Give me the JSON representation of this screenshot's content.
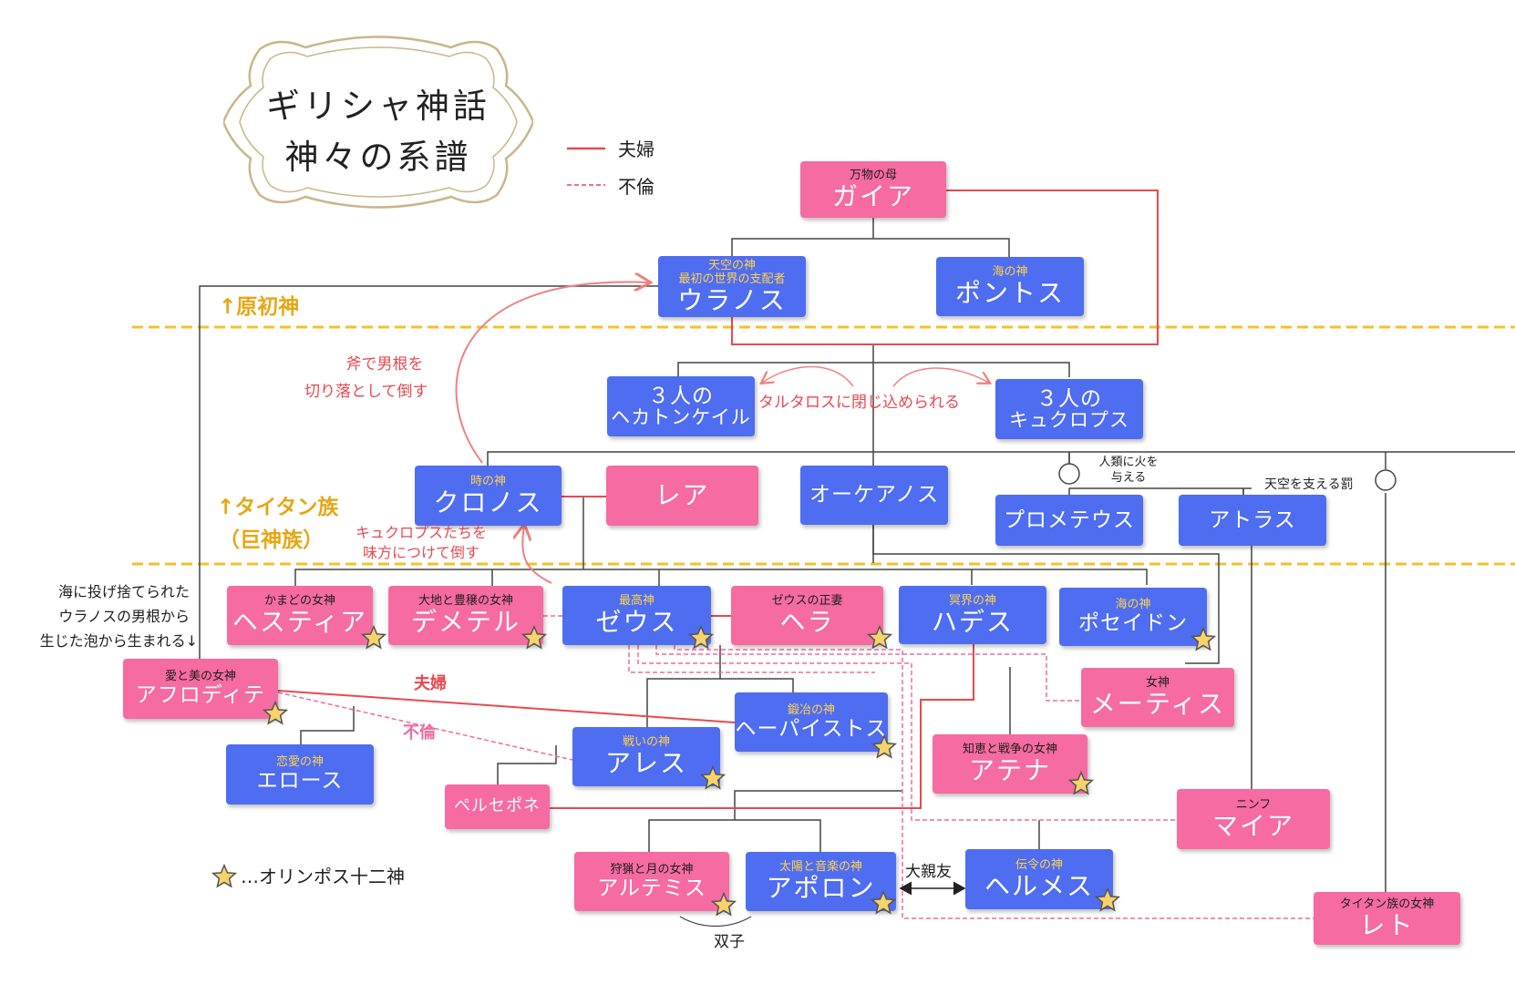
{
  "title": {
    "line1": "ギリシャ神話",
    "line2": "神々の系譜"
  },
  "legend": {
    "married": "夫婦",
    "affair": "不倫"
  },
  "colors": {
    "female": "#f56ba2",
    "male": "#4f6df0",
    "couple_line": "#e8494f",
    "affair_line": "#f06aa0",
    "era_line": "#f2c12e"
  },
  "eras": {
    "primordial": "↑原初神",
    "titan": "↑タイタン族",
    "titan_sub": "（巨神族）"
  },
  "gods": {
    "gaia": {
      "sub": "万物の母",
      "name": "ガイア"
    },
    "uranus": {
      "sub1": "天空の神",
      "sub2": "最初の世界の支配者",
      "name": "ウラノス"
    },
    "pontus": {
      "sub": "海の神",
      "name": "ポントス"
    },
    "hecatoncheires": {
      "line1": "３人の",
      "line2": "ヘカトンケイル"
    },
    "cyclopes": {
      "line1": "３人の",
      "line2": "キュクロプス"
    },
    "cronus": {
      "sub": "時の神",
      "name": "クロノス"
    },
    "rhea": {
      "name": "レア"
    },
    "oceanus": {
      "name": "オーケアノス"
    },
    "prometheus": {
      "name": "プロメテウス"
    },
    "atlas": {
      "name": "アトラス"
    },
    "hestia": {
      "sub": "かまどの女神",
      "name": "ヘスティア"
    },
    "demeter": {
      "sub": "大地と豊穣の女神",
      "name": "デメテル"
    },
    "zeus": {
      "sub": "最高神",
      "name": "ゼウス"
    },
    "hera": {
      "sub": "ゼウスの正妻",
      "name": "ヘラ"
    },
    "hades": {
      "sub": "冥界の神",
      "name": "ハデス"
    },
    "poseidon": {
      "sub": "海の神",
      "name": "ポセイドン"
    },
    "aphrodite": {
      "sub": "愛と美の女神",
      "name": "アフロディテ"
    },
    "metis": {
      "sub": "女神",
      "name": "メーティス"
    },
    "hephaestus": {
      "sub": "鍛冶の神",
      "name": "ヘーパイストス"
    },
    "ares": {
      "sub": "戦いの神",
      "name": "アレス"
    },
    "athena": {
      "sub": "知恵と戦争の女神",
      "name": "アテナ"
    },
    "eros": {
      "sub": "恋愛の神",
      "name": "エロース"
    },
    "persephone": {
      "name": "ペルセポネ"
    },
    "maia": {
      "sub": "ニンフ",
      "name": "マイア"
    },
    "artemis": {
      "sub": "狩猟と月の女神",
      "name": "アルテミス"
    },
    "apollo": {
      "sub": "太陽と音楽の神",
      "name": "アポロン"
    },
    "hermes": {
      "sub": "伝令の神",
      "name": "ヘルメス"
    },
    "leto": {
      "sub": "タイタン族の女神",
      "name": "レト"
    }
  },
  "notes": {
    "castrate1": "斧で男根を",
    "castrate2": "切り落として倒す",
    "tartarus": "タルタロスに閉じ込められる",
    "cyclopes_ally1": "キュクロプスたちを",
    "cyclopes_ally2": "味方につけて倒す",
    "fire1": "人類に火を",
    "fire2": "与える",
    "sky_punish": "天空を支える罰",
    "aphro_birth1": "海に投げ捨てられた",
    "aphro_birth2": "ウラノスの男根から",
    "aphro_birth3": "生じた泡から生まれる↓",
    "married_label": "夫婦",
    "affair_label": "不倫",
    "best_friends": "大親友",
    "twins": "双子",
    "olympian_legend": "…オリンポス十二神"
  }
}
